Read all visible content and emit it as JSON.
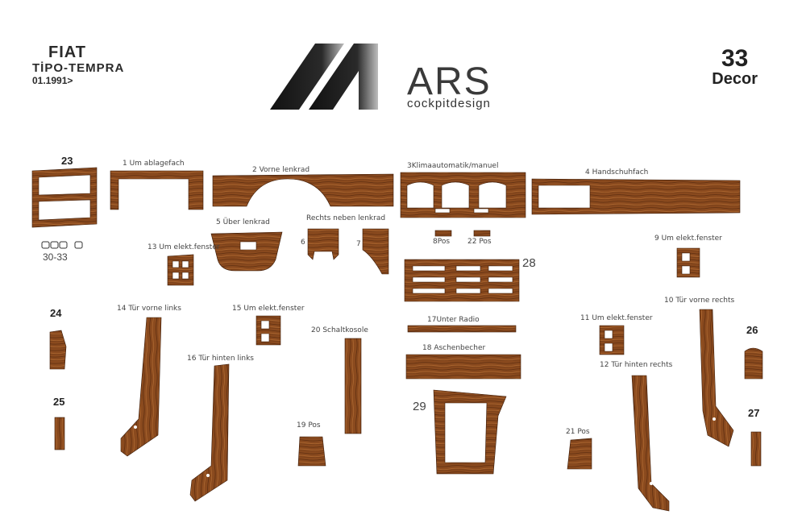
{
  "header": {
    "make": "FIAT",
    "model": "TİPO-TEMPRA",
    "date": "01.1991>",
    "kit_number": "33",
    "kit_type": "Decor"
  },
  "logo": {
    "brand": "ARS",
    "tagline": "cockpitdesign"
  },
  "colors": {
    "wood": "#8a4a1e",
    "wood_dark": "#5e2e10",
    "wood_light": "#a8642e"
  },
  "parts": {
    "p23": "23",
    "p30_33": "30-33",
    "p1": "1 Um ablagefach",
    "p2": "2 Vorne lenkrad",
    "p3": "3Klimaautomatik/manuel",
    "p4": "4 Handschuhfach",
    "p5": "5 Über lenkrad",
    "rechts": "Rechts neben lenkrad",
    "p6": "6",
    "p7": "7",
    "p8": "8Pos",
    "p22": "22 Pos",
    "p9": "9 Um elekt.fenster",
    "p13": "13 Um elekt.fenster",
    "p28": "28",
    "p24": "24",
    "p14": "14 Tür vorne links",
    "p15": "15 Um elekt.fenster",
    "p10": "10 Tür vorne rechts",
    "p17": "17Unter Radio",
    "p20": "20 Schaltkosole",
    "p11": "11 Um elekt.fenster",
    "p26": "26",
    "p16": "16 Tür hinten links",
    "p18": "18 Aschenbecher",
    "p12": "12 Tür hinten rechts",
    "p25": "25",
    "p29": "29",
    "p27": "27",
    "p19": "19 Pos",
    "p21": "21 Pos"
  }
}
